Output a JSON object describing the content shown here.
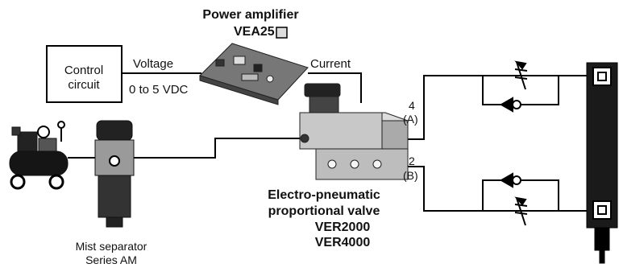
{
  "power_amp": {
    "title": "Power amplifier",
    "model": "VEA25"
  },
  "control": {
    "line1": "Control",
    "line2": "circuit"
  },
  "voltage": {
    "label": "Voltage",
    "range": "0 to 5 VDC"
  },
  "current": {
    "label": "Current"
  },
  "port4": {
    "num": "4",
    "letter": "(A)"
  },
  "port2": {
    "num": "2",
    "letter": "(B)"
  },
  "valve": {
    "line1": "Electro-pneumatic",
    "line2": "proportional valve",
    "model1": "VER2000",
    "model2": "VER4000"
  },
  "mist": {
    "line1": "Mist separator",
    "line2": "Series AM"
  }
}
